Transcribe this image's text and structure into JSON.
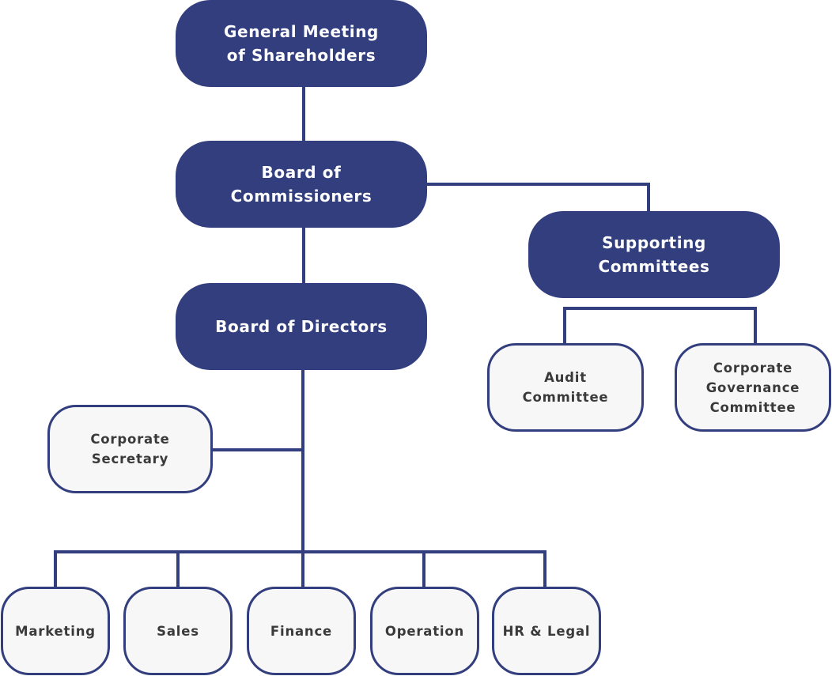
{
  "diagram": {
    "title": "Corporate Governance Structure",
    "colors": {
      "primary": "#323e7e",
      "light_fill": "#f7f7f7",
      "light_text": "#3a3a3a",
      "dark_text": "#ffffff"
    },
    "nodes": {
      "gms": {
        "label": "General Meeting\nof Shareholders",
        "style": "dark"
      },
      "boc": {
        "label": "Board of\nCommissioners",
        "style": "dark"
      },
      "bod": {
        "label": "Board of Directors",
        "style": "dark"
      },
      "supporting": {
        "label": "Supporting\nCommittees",
        "style": "dark"
      },
      "audit": {
        "label": "Audit\nCommittee",
        "style": "light"
      },
      "cgc": {
        "label": "Corporate\nGovernance\nCommittee",
        "style": "light"
      },
      "secretary": {
        "label": "Corporate\nSecretary",
        "style": "light"
      },
      "marketing": {
        "label": "Marketing",
        "style": "light"
      },
      "sales": {
        "label": "Sales",
        "style": "light"
      },
      "finance": {
        "label": "Finance",
        "style": "light"
      },
      "operation": {
        "label": "Operation",
        "style": "light"
      },
      "hr_legal": {
        "label": "HR & Legal",
        "style": "light"
      }
    },
    "edges": [
      {
        "from": "gms",
        "to": "boc"
      },
      {
        "from": "boc",
        "to": "bod"
      },
      {
        "from": "boc",
        "to": "supporting"
      },
      {
        "from": "supporting",
        "to": "audit"
      },
      {
        "from": "supporting",
        "to": "cgc"
      },
      {
        "from": "bod",
        "to": "secretary"
      },
      {
        "from": "bod",
        "to": "marketing"
      },
      {
        "from": "bod",
        "to": "sales"
      },
      {
        "from": "bod",
        "to": "finance"
      },
      {
        "from": "bod",
        "to": "operation"
      },
      {
        "from": "bod",
        "to": "hr_legal"
      }
    ]
  }
}
